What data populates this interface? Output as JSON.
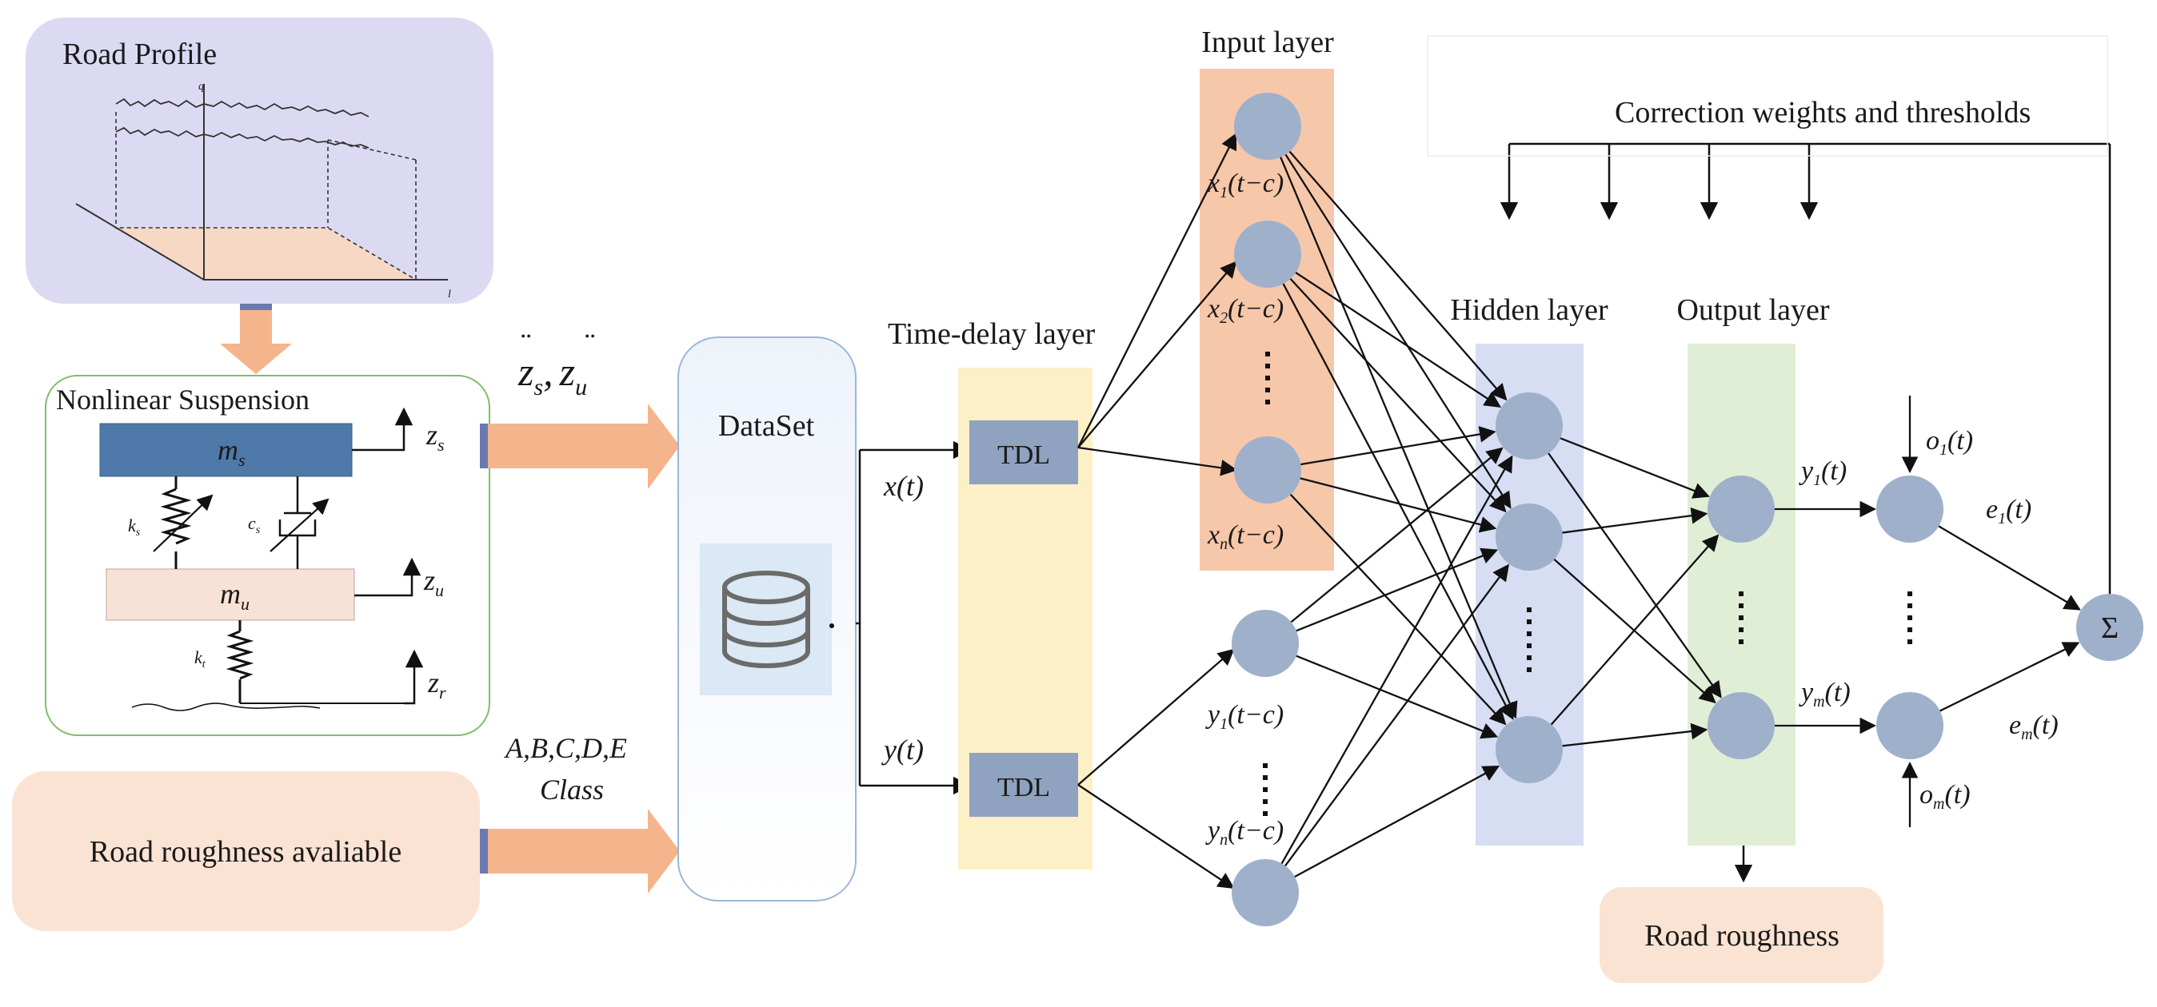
{
  "road_profile": {
    "title": "Road Profile",
    "axis_v": "q",
    "axis_h": "l"
  },
  "suspension": {
    "title": "Nonlinear Suspension",
    "sprung_mass": "m",
    "sprung_mass_sub": "s",
    "unsprung_mass": "m",
    "unsprung_mass_sub": "u",
    "spring_s": "k",
    "spring_s_sub": "s",
    "damper_s": "c",
    "damper_s_sub": "s",
    "tire": "k",
    "tire_sub": "t",
    "z_s": "z",
    "z_s_sub": "s",
    "z_u": "z",
    "z_u_sub": "u",
    "z_r": "z",
    "z_r_sub": "r"
  },
  "accel_label": {
    "a": "z",
    "a_sub": "s",
    "sep": ",",
    "b": "z",
    "b_sub": "u"
  },
  "class_label": {
    "line1": "A,B,C,D,E",
    "line2": "Class"
  },
  "roughness_available": "Road roughness avaliable",
  "dataset": "DataSet",
  "signals": {
    "x_fn": "x",
    "y_fn": "y",
    "arg": "(t)"
  },
  "tdl_layer": {
    "title": "Time-delay layer",
    "box1": "TDL",
    "box2": "TDL"
  },
  "input_layer": {
    "title": "Input layer",
    "nodes": [
      {
        "v": "x",
        "sub": "1",
        "arg": "(t−c)"
      },
      {
        "v": "x",
        "sub": "2",
        "arg": "(t−c)"
      },
      {
        "v": "x",
        "sub": "n",
        "arg": "(t−c)"
      }
    ],
    "feedback_nodes": [
      {
        "v": "y",
        "sub": "1",
        "arg": "(t−c)"
      },
      {
        "v": "y",
        "sub": "n",
        "arg": "(t−c)"
      }
    ]
  },
  "hidden_layer": {
    "title": "Hidden layer"
  },
  "output_layer": {
    "title": "Output layer",
    "outputs": [
      {
        "v": "y",
        "sub": "1",
        "arg": "(t)"
      },
      {
        "v": "y",
        "sub": "m",
        "arg": "(t)"
      }
    ]
  },
  "targets": [
    {
      "v": "o",
      "sub": "1",
      "arg": "(t)"
    },
    {
      "v": "o",
      "sub": "m",
      "arg": "(t)"
    }
  ],
  "errors": [
    {
      "v": "e",
      "sub": "1",
      "arg": "(t)"
    },
    {
      "v": "e",
      "sub": "m",
      "arg": "(t)"
    }
  ],
  "sum_symbol": "Σ",
  "feedback_label": "Correction weights and thresholds",
  "road_roughness": "Road roughness",
  "colors": {
    "profile_bg": "#dcdaf3",
    "suspension_border": "#7fbf6a",
    "mass_s": "#4f79a8",
    "mass_u": "#f8e2d6",
    "block_arrow": "#f4b48c",
    "peach_box": "#fbe3d3",
    "input_band": "#f7c7aa",
    "tdl_band": "#fdf0c6",
    "hidden_band": "#d7def3",
    "output_band": "#e1eed6",
    "node": "#9fb0cb",
    "tdl_box": "#8fa2bf",
    "dataset_border": "#9bb7da"
  }
}
